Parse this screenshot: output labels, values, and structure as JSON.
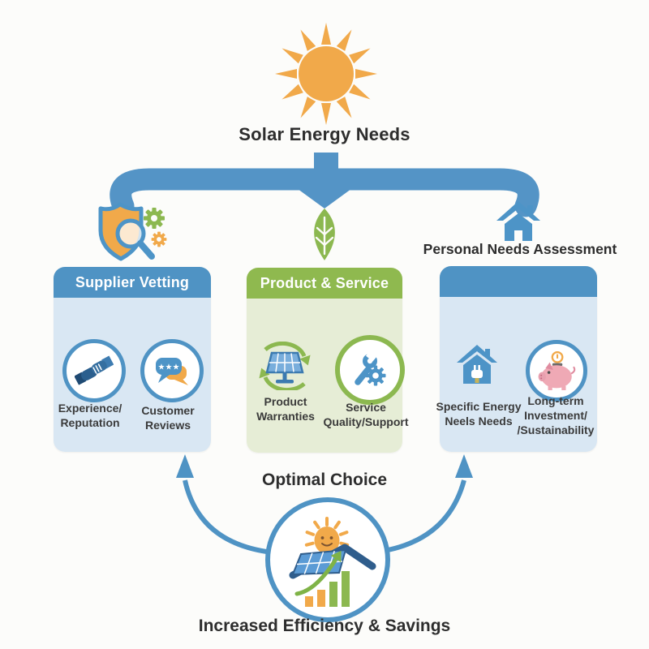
{
  "palette": {
    "blue": "#4F93C4",
    "light_blue": "#D9E7F3",
    "green": "#8FB94F",
    "light_green": "#E6EDD6",
    "orange": "#F1A94A",
    "navy": "#2F5D8C",
    "pink": "#EFA9B5",
    "text_dark": "#2D2D2D"
  },
  "header": {
    "title": "Solar Energy Needs",
    "icon": "sun-icon"
  },
  "columns": [
    {
      "id": "supplier-vetting",
      "header": "Supplier Vetting",
      "icon": "shield-search-gears-icon",
      "items": [
        {
          "icon": "handshake-icon",
          "lines": [
            "Experience/",
            "Reputation"
          ]
        },
        {
          "icon": "chat-reviews-icon",
          "lines": [
            "Customer",
            "Reviews"
          ]
        }
      ]
    },
    {
      "id": "product-service",
      "header": "Product & Service",
      "icon": "leaf-icon",
      "items": [
        {
          "icon": "solar-panel-recycle-icon",
          "lines": [
            "Product",
            "Warranties"
          ]
        },
        {
          "icon": "wrench-gear-icon",
          "lines": [
            "Service",
            "Quality/Support"
          ]
        }
      ]
    },
    {
      "id": "personal-needs",
      "header": "",
      "title_above": "Personal Needs Assessment",
      "icon": "house-icon",
      "items": [
        {
          "icon": "house-plug-icon",
          "lines": [
            "Specific Energy",
            "Neels Needs"
          ]
        },
        {
          "icon": "piggy-bank-icon",
          "lines": [
            "Long-term",
            "Investment/",
            "/Sustainability"
          ]
        }
      ]
    }
  ],
  "bottom": {
    "title": "Optimal Choice",
    "icon": "solar-home-growth-icon",
    "caption": "Increased Efficiency & Savings"
  }
}
